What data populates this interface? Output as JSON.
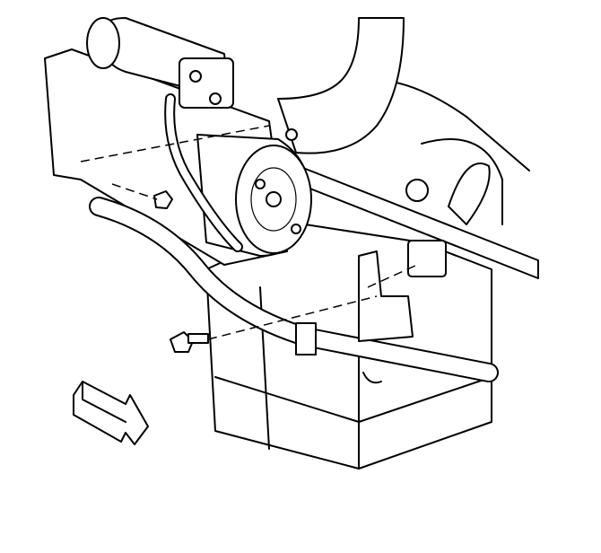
{
  "diagram": {
    "colors": {
      "line": "#000000",
      "background": "#ffffff"
    },
    "components": [
      "starter-motor",
      "wiring-harness",
      "mounting-bolt",
      "nut",
      "harness-bracket",
      "oil-pan",
      "direction-arrow"
    ]
  }
}
